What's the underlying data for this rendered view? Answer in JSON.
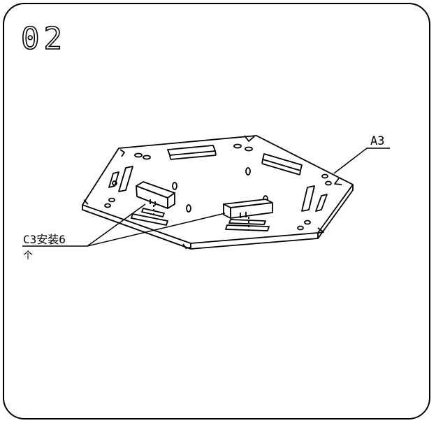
{
  "step": {
    "number": "02"
  },
  "callouts": {
    "plate_label": "A3",
    "part_label_line1": "C3安装6",
    "part_label_line2": "个"
  },
  "colors": {
    "ink": "#000000",
    "paper": "#ffffff"
  }
}
